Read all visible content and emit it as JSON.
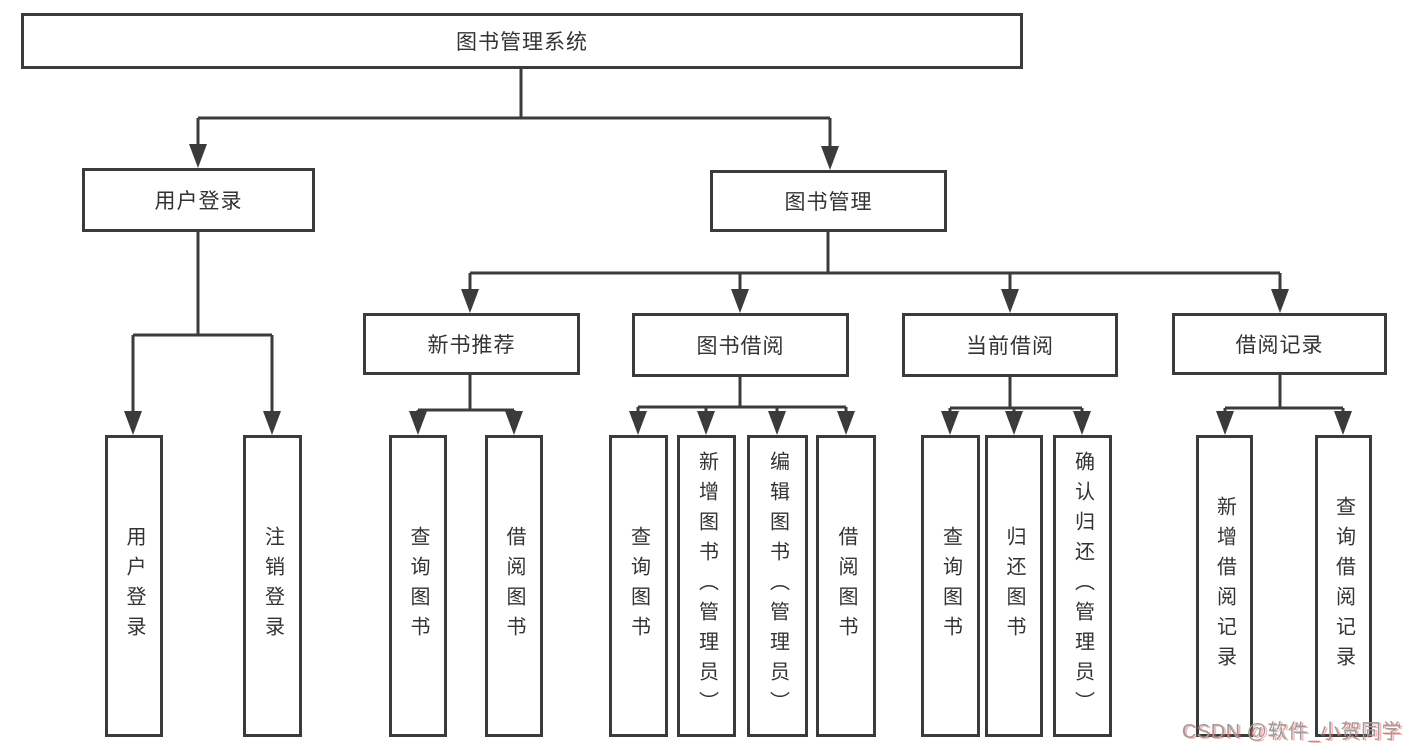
{
  "diagram": {
    "root": {
      "label": "图书管理系统"
    },
    "level2": {
      "user_login": "用户登录",
      "book_management": "图书管理"
    },
    "level3": {
      "new_book_recommend": "新书推荐",
      "book_borrow": "图书借阅",
      "current_borrow": "当前借阅",
      "borrow_records": "借阅记录"
    },
    "leaves": [
      "用户登录",
      "注销登录",
      "查询图书",
      "借阅图书",
      "查询图书",
      "新增图书（管理员）",
      "编辑图书（管理员）",
      "借阅图书",
      "查询图书",
      "归还图书",
      "确认归还（管理员）",
      "新增借阅记录",
      "查询借阅记录"
    ]
  },
  "watermark": {
    "text": "CSDN @软件_小贺同学"
  },
  "colors": {
    "line": "#3b3b3b",
    "box_border": "#3b3b3b",
    "text": "#333333",
    "background": "#ffffff",
    "watermark_gray": "#9c9c9c",
    "watermark_red": "#fc5b5b"
  }
}
